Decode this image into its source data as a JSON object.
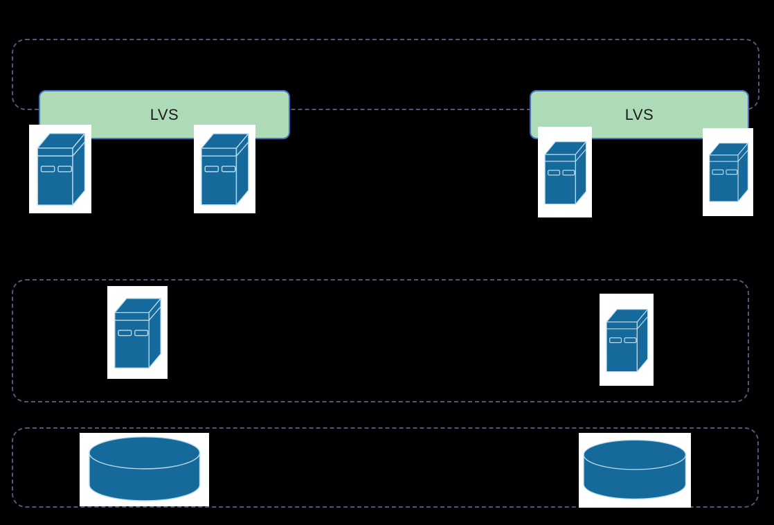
{
  "diagram": {
    "kind": "server-architecture-diagram",
    "tiers": {
      "lvs": {
        "name": "load-balancer-tier",
        "style": "dashed-container",
        "boxes": [
          {
            "label": "LVS",
            "type": "load-balancer"
          },
          {
            "label": "LVS",
            "type": "load-balancer"
          }
        ]
      },
      "frontend": {
        "name": "server-row",
        "style": "no-container",
        "node_count": 4,
        "icon": "server-tower"
      },
      "app": {
        "name": "middle-server-tier",
        "style": "dashed-container",
        "node_count": 2,
        "icon": "server-tower"
      },
      "db": {
        "name": "database-tier",
        "style": "dashed-container",
        "node_count": 2,
        "icon": "database-cylinder"
      }
    }
  },
  "colors": {
    "background": "#000000",
    "dash_border": "#4a5a78",
    "lvs_fill": "#aedbb7",
    "lvs_border": "#4470c4",
    "lvs_text": "#1b1b1b",
    "icon_blue": "#15699b",
    "icon_stroke": "#bcdceb",
    "icon_panel": "#ffffff"
  }
}
